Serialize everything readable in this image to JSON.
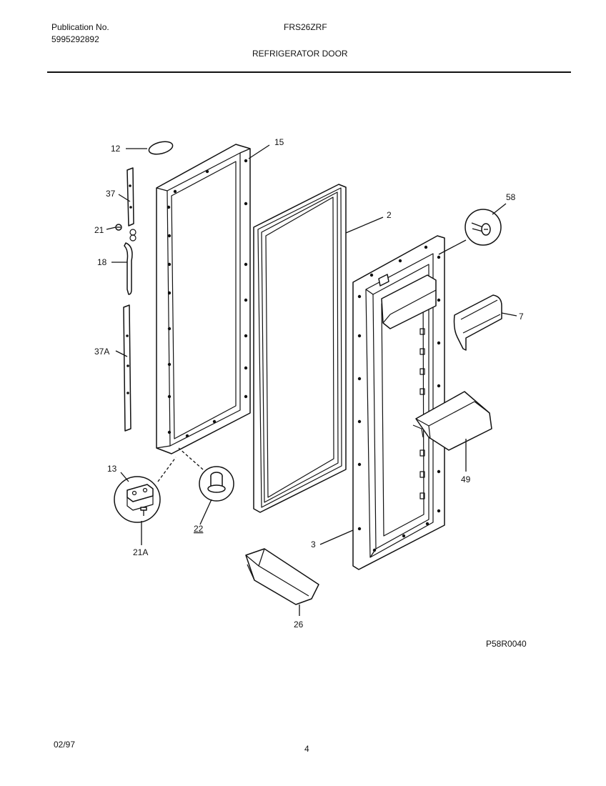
{
  "header": {
    "publication_label": "Publication No.",
    "publication_number": "5995292892",
    "model": "FRS26ZRF",
    "section_title": "REFRIGERATOR DOOR"
  },
  "callouts": {
    "c12": "12",
    "c15": "15",
    "c37": "37",
    "c21": "21",
    "c18": "18",
    "c37a": "37A",
    "c2": "2",
    "c58": "58",
    "c7": "7",
    "c49": "49",
    "c13": "13",
    "c22": "22",
    "c21a": "21A",
    "c3": "3",
    "c26": "26"
  },
  "footer": {
    "diagram_code": "P58R0040",
    "date": "02/97",
    "page_number": "4"
  }
}
